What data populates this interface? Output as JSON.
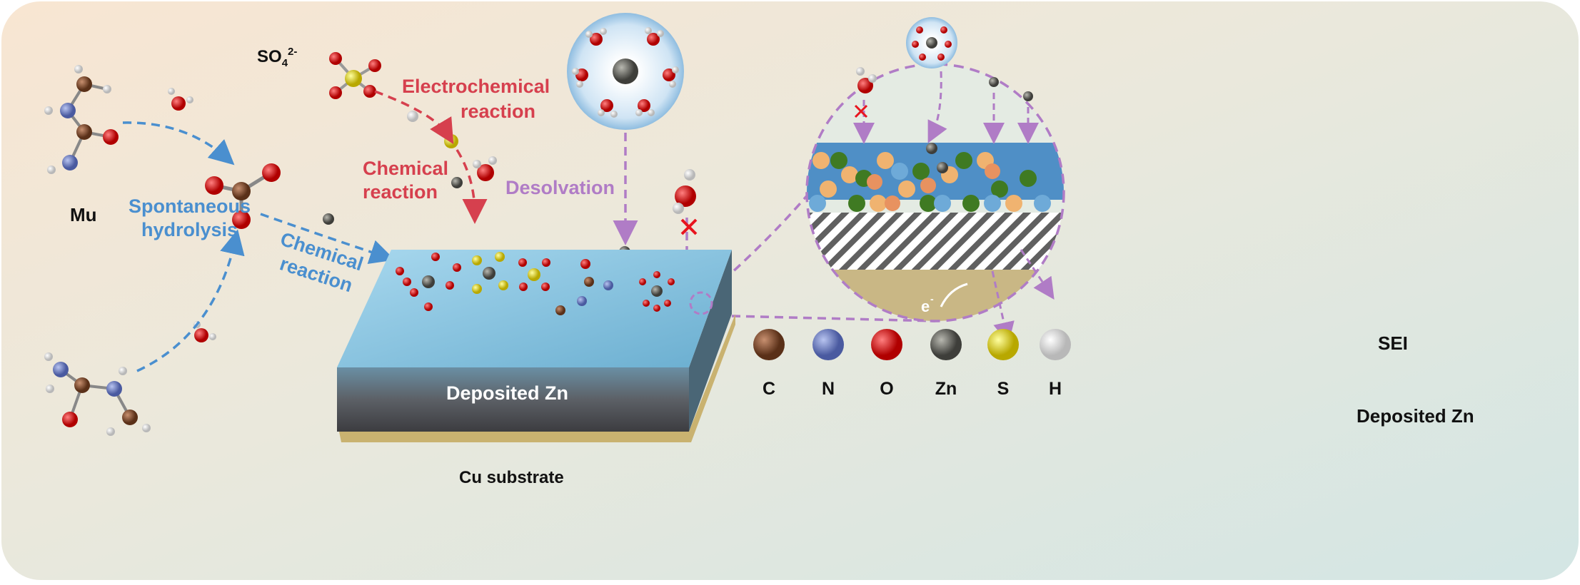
{
  "labels": {
    "mu": "Mu",
    "spontaneous_line1": "Spontaneous",
    "spontaneous_line2": "hydrolysis",
    "chem_blue_line1": "Chemical",
    "chem_blue_line2": "reaction",
    "sulfate": "SO",
    "sulfate_sub": "4",
    "sulfate_sup": "2-",
    "electro_line1": "Electrochemical",
    "electro_line2": "reaction",
    "chem_red_line1": "Chemical",
    "chem_red_line2": "reaction",
    "desolvation": "Desolvation",
    "deposited_zn_slab": "Deposited Zn",
    "cu_substrate": "Cu substrate",
    "sei": "SEI",
    "deposited_zn_right": "Deposited Zn",
    "electron": "e",
    "electron_sup": "-"
  },
  "legend": [
    {
      "label": "C",
      "color": "#7a4a2a"
    },
    {
      "label": "N",
      "color": "#6f7fc4"
    },
    {
      "label": "O",
      "color": "#e01818"
    },
    {
      "label": "Zn",
      "color": "#6b6b64"
    },
    {
      "label": "S",
      "color": "#e8e010"
    },
    {
      "label": "H",
      "color": "#f2f2f2"
    }
  ],
  "colors": {
    "blue_text": "#4a8fcf",
    "red_text": "#d6404e",
    "purple_text": "#b07cc6",
    "blocked_mark": "#e8141e"
  }
}
